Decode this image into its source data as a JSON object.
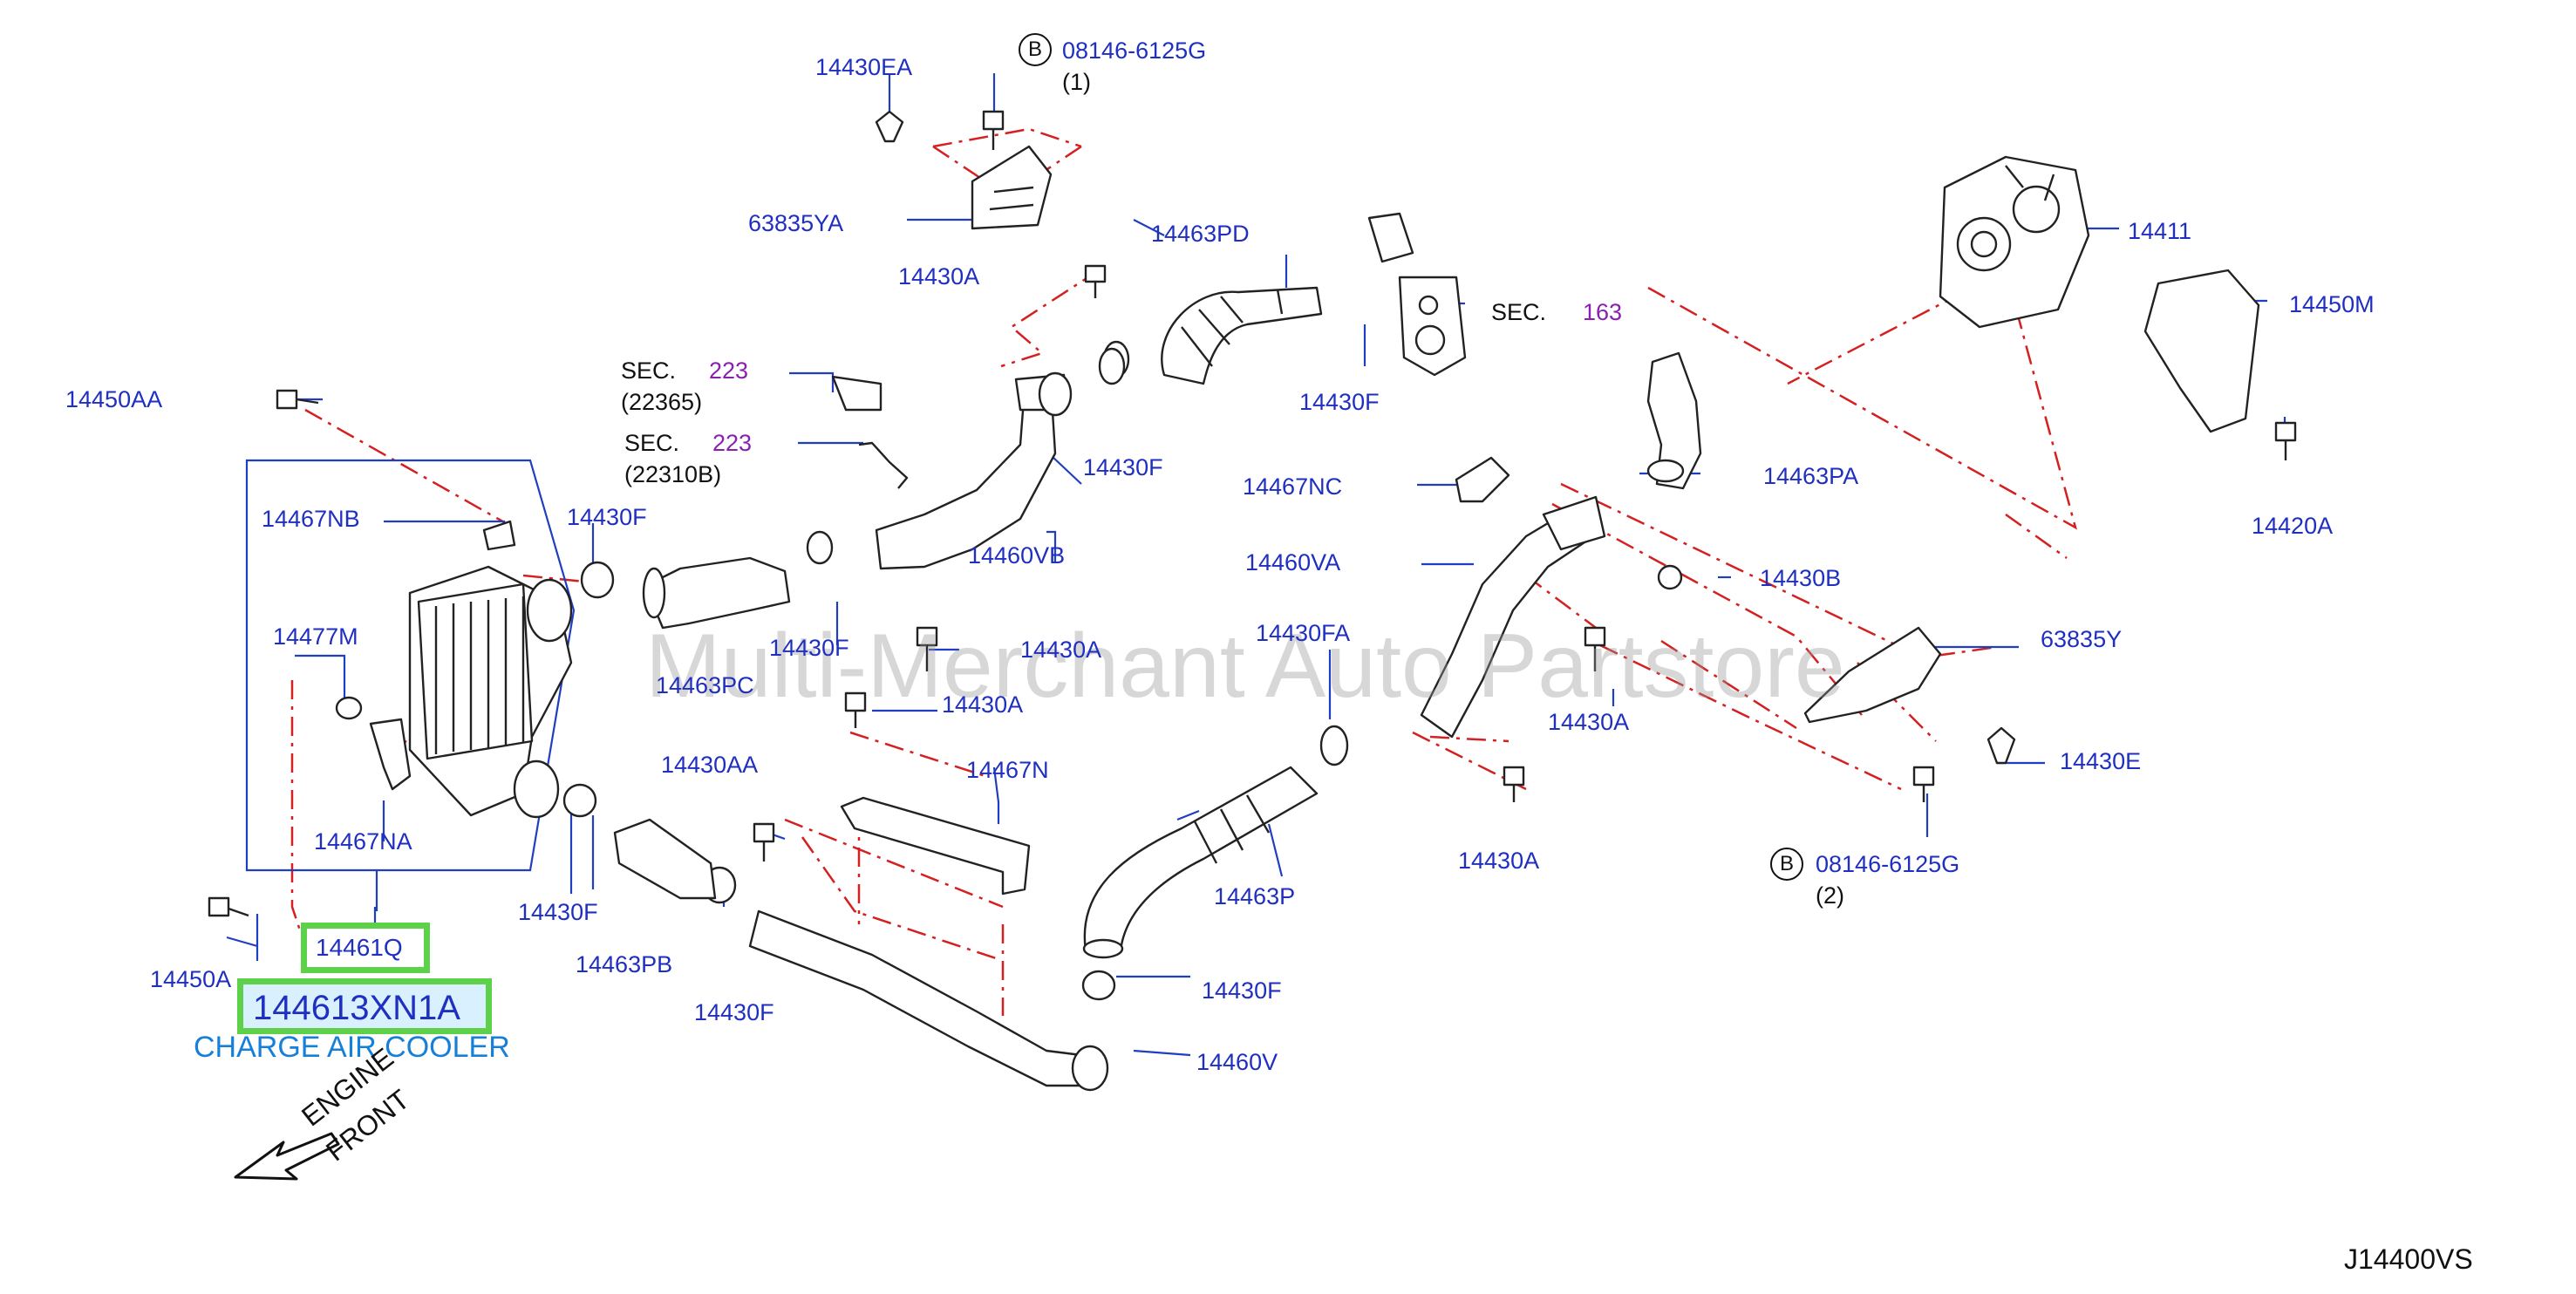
{
  "labels": {
    "l_14430EA": "14430EA",
    "l_bolt1_code": "08146-6125G",
    "l_bolt1_qty": "(1)",
    "l_63835YA": "63835YA",
    "l_14430A_a": "14430A",
    "l_14463PD": "14463PD",
    "l_sec_word1": "SEC.",
    "l_sec_num1": "163",
    "l_14430F_a": "14430F",
    "l_14411": "14411",
    "l_14450M": "14450M",
    "l_14450AA": "14450AA",
    "l_sec_word2": "SEC.",
    "l_sec_num2": "223",
    "l_22365": "(22365)",
    "l_sec_word3": "SEC.",
    "l_sec_num3": "223",
    "l_22310B": "(22310B)",
    "l_14430F_b": "14430F",
    "l_14467NC": "14467NC",
    "l_14463PA": "14463PA",
    "l_14420A": "14420A",
    "l_14467NB": "14467NB",
    "l_14430F_c": "14430F",
    "l_14460VB": "14460VB",
    "l_14460VA": "14460VA",
    "l_14430B": "14430B",
    "l_14477M": "14477M",
    "l_14430F_d": "14430F",
    "l_14430A_b": "14430A",
    "l_14430FA": "14430FA",
    "l_63835Y": "63835Y",
    "l_14463PC": "14463PC",
    "l_14430A_c": "14430A",
    "l_14430A_d": "14430A",
    "l_14430AA": "14430AA",
    "l_14467N": "14467N",
    "l_14430E": "14430E",
    "l_14467NA": "14467NA",
    "l_14430A_e": "14430A",
    "l_bolt2_code": "08146-6125G",
    "l_bolt2_qty": "(2)",
    "l_14463P": "14463P",
    "l_14430F_e": "14430F",
    "l_14463PB": "14463PB",
    "l_14430F_f": "14430F",
    "l_14430F_g": "14430F",
    "l_14450A": "14450A",
    "l_14460V": "14460V",
    "l_14461Q": "14461Q",
    "l_main_part": "144613XN1A",
    "l_main_desc": "CHARGE AIR COOLER",
    "l_engine": "ENGINE",
    "l_front": "FRONT",
    "l_diagram_id": "J14400VS",
    "l_watermark": "Multi-Merchant Auto Partstore",
    "l_circle_b1": "B",
    "l_circle_b2": "B"
  },
  "colors": {
    "label_blue": "#1f2fc0",
    "section_purple": "#8a20b0",
    "desc_cyan": "#1680d8",
    "highlight_green": "#5ed14a",
    "highlight_fill": "#d9f1ff",
    "leader_red": "#d42020",
    "box_blue": "#1f3fc0"
  }
}
